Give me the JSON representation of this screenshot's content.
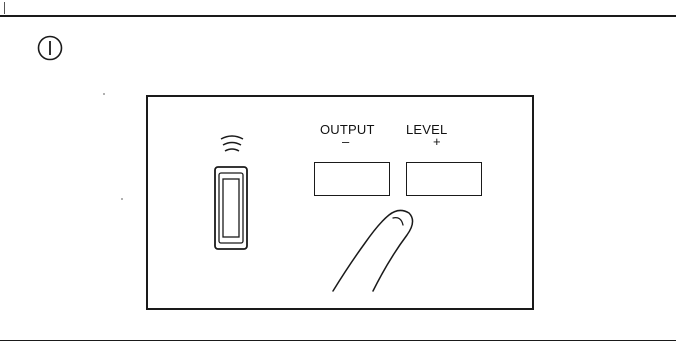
{
  "step": {
    "number_icon": "circled-numeral-one"
  },
  "panel": {
    "output_label": "OUTPUT",
    "level_label": "LEVEL",
    "minus_sign": "–",
    "plus_sign": "+",
    "remote_icon": "remote-control-icon",
    "signal_icon": "signal-waves-icon",
    "finger_icon": "pressing-finger-icon"
  }
}
